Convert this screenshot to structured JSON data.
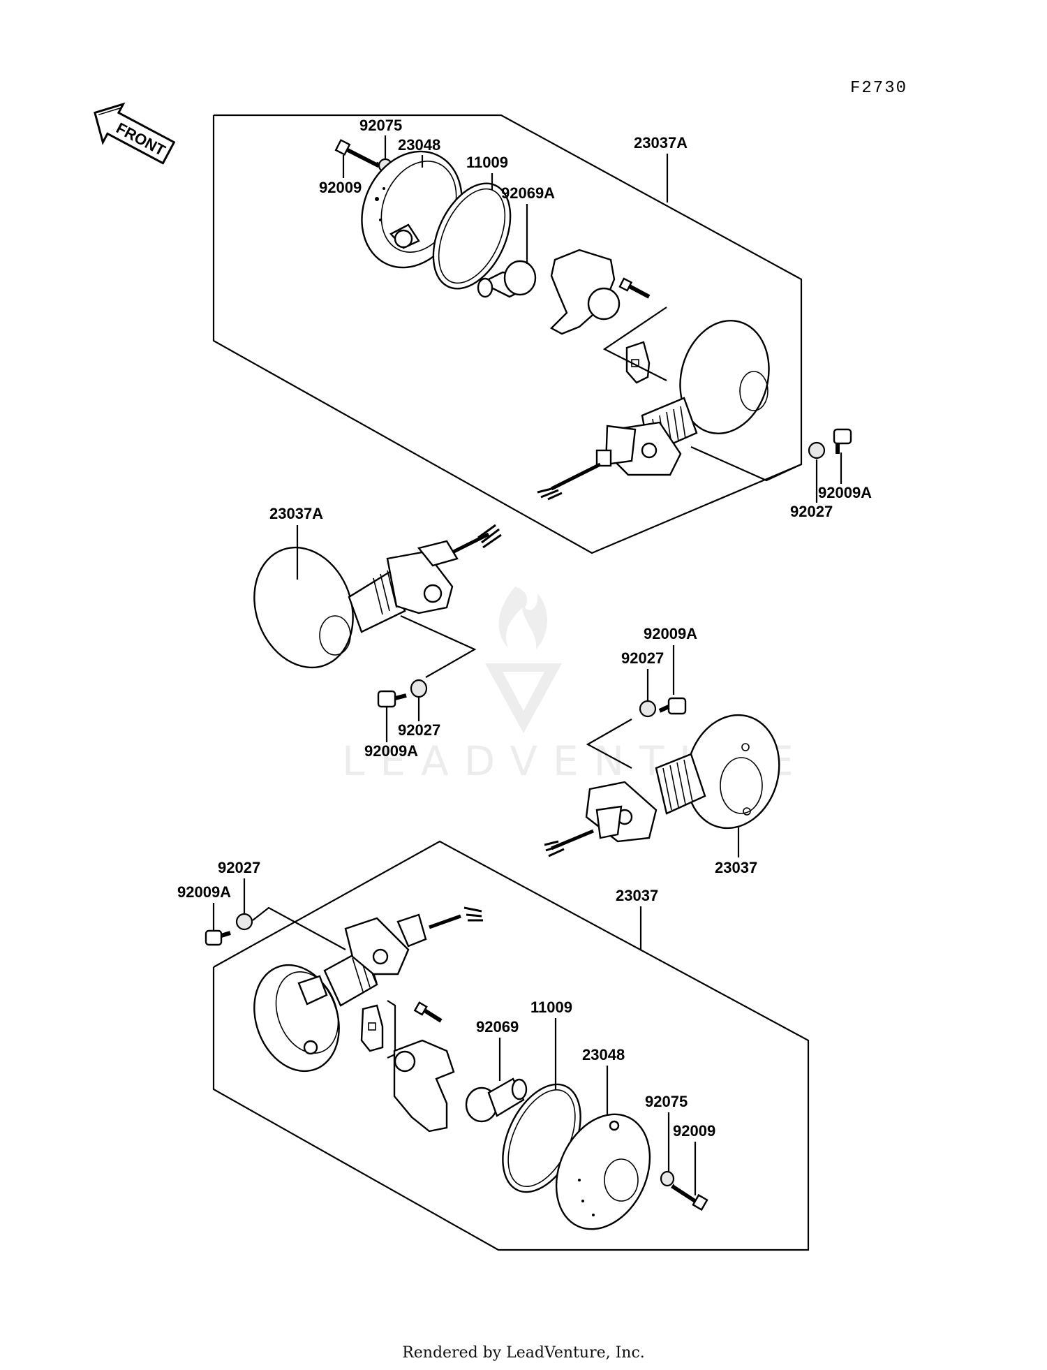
{
  "diagram_code": "F2730",
  "front_arrow_label": "FRONT",
  "watermark": "LEADVENTURE",
  "footer": "Rendered by LeadVenture, Inc.",
  "labels": {
    "top_group": {
      "p92075": "92075",
      "p23048": "23048",
      "p92009": "92009",
      "p11009": "11009",
      "p92069A": "92069A",
      "p23037A": "23037A",
      "p92009A": "92009A",
      "p92027": "92027"
    },
    "mid_left": {
      "p23037A": "23037A",
      "p92027": "92027",
      "p92009A": "92009A"
    },
    "mid_right": {
      "p92009A": "92009A",
      "p92027": "92027",
      "p23037": "23037"
    },
    "bottom_group": {
      "p92027": "92027",
      "p92009A": "92009A",
      "p23037": "23037",
      "p92069": "92069",
      "p11009": "11009",
      "p23048": "23048",
      "p92075": "92075",
      "p92009": "92009"
    }
  }
}
